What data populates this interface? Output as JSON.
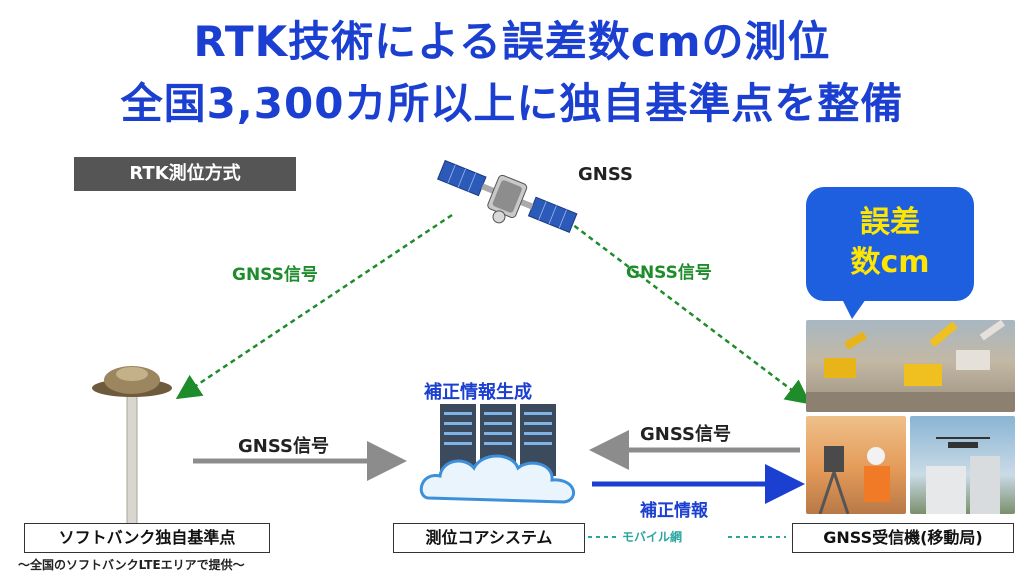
{
  "title": {
    "line1": "RTK技術による誤差数cmの測位",
    "line2": "全国3,300カ所以上に独自基準点を整備"
  },
  "badge": "RTK測位方式",
  "satellite_label": "GNSS",
  "signals": {
    "left_diagonal": "GNSS信号",
    "right_diagonal": "GNSS信号",
    "station_to_core": "GNSS信号",
    "rover_to_core": "GNSS信号",
    "correction_to_rover": "補正情報"
  },
  "core_title": "補正情報生成",
  "bubble": {
    "line1": "誤差",
    "line2": "数cm"
  },
  "nodes": {
    "base_station": "ソフトバンク独自基準点",
    "base_station_note": "〜全国のソフトバンクLTEエリアで提供〜",
    "core_system": "測位コアシステム",
    "rover": "GNSS受信機(移動局)"
  },
  "network_label": "モバイル網",
  "colors": {
    "title_blue": "#1b3fd1",
    "signal_green": "#1e8c2b",
    "bubble_blue": "#1e5fe0",
    "bubble_text": "#ffe600",
    "arrow_gray": "#8c8c8c",
    "network_teal": "#2aa6a0"
  }
}
